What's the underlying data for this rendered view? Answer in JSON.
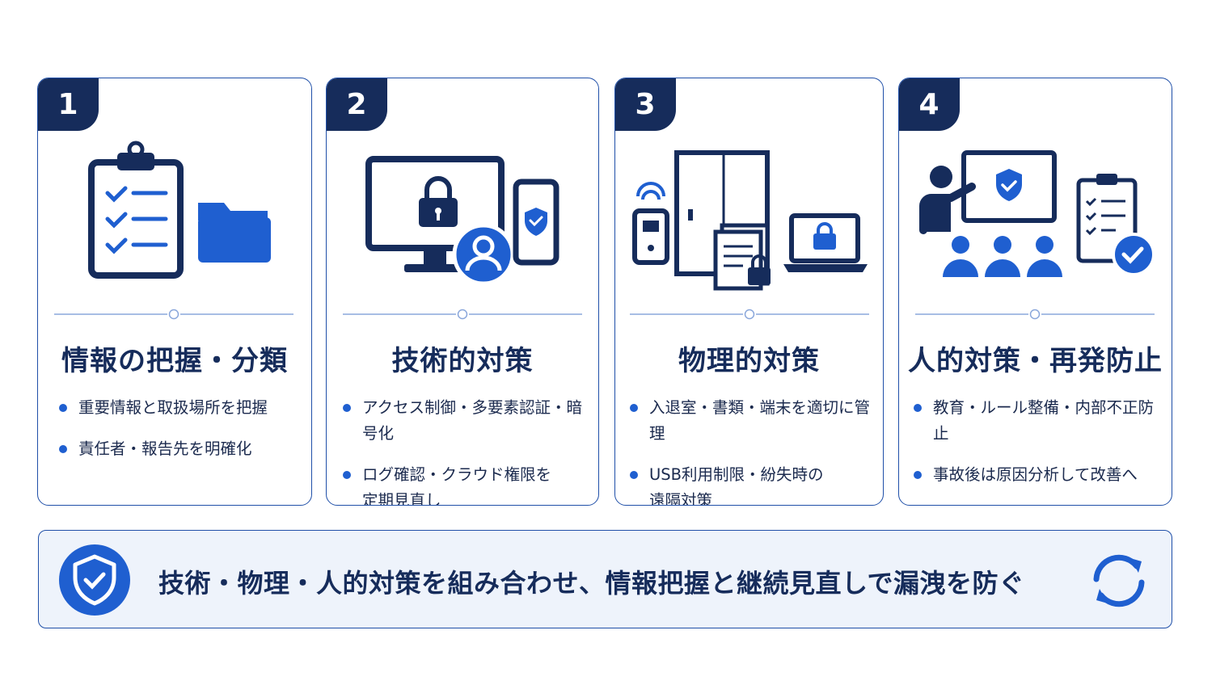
{
  "colors": {
    "navy": "#162c5b",
    "blue": "#1f5fd0",
    "border": "#1f4fa8",
    "banner_bg": "#eef3fb"
  },
  "cards": [
    {
      "number": "1",
      "title": "情報の把握・分類",
      "bullets": [
        "重要情報と取扱場所を把握",
        "責任者・報告先を明確化"
      ],
      "icons": [
        "clipboard-checklist-icon",
        "folder-icon"
      ]
    },
    {
      "number": "2",
      "title": "技術的対策",
      "bullets": [
        "アクセス制御・多要素認証・暗号化",
        "ログ確認・クラウド権限を\n定期見直し"
      ],
      "icons": [
        "monitor-lock-icon",
        "user-icon",
        "smartphone-shield-icon"
      ]
    },
    {
      "number": "3",
      "title": "物理的対策",
      "bullets": [
        "入退室・書類・端末を適切に管理",
        "USB利用制限・紛失時の\n遠隔対策"
      ],
      "icons": [
        "card-reader-icon",
        "door-icon",
        "documents-lock-icon",
        "laptop-lock-icon"
      ]
    },
    {
      "number": "4",
      "title": "人的対策・再発防止",
      "bullets": [
        "教育・ルール整備・内部不正防止",
        "事故後は原因分析して改善へ"
      ],
      "icons": [
        "presenter-board-icon",
        "audience-icon",
        "clipboard-check-badge-icon"
      ]
    }
  ],
  "banner": {
    "text": "技術・物理・人的対策を組み合わせ、情報把握と継続見直しで漏洩を防ぐ",
    "icons": [
      "shield-check-icon",
      "refresh-cycle-icon"
    ]
  }
}
